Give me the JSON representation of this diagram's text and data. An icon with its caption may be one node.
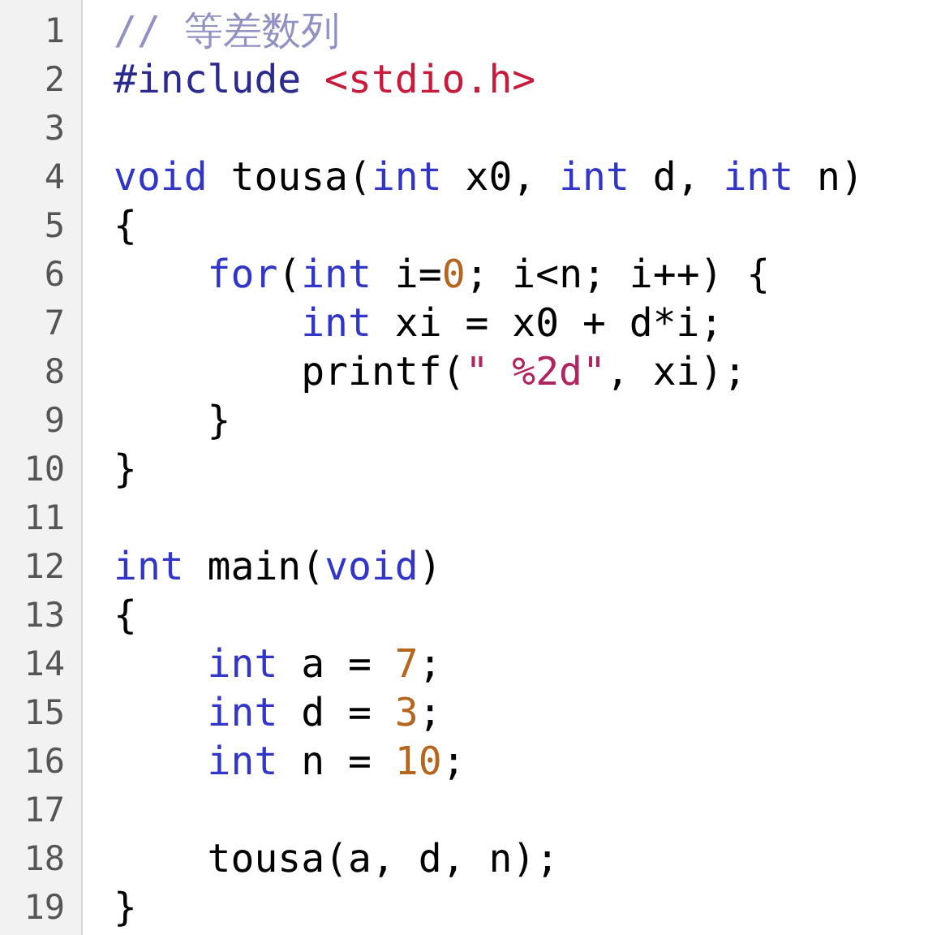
{
  "diagram": {
    "labels": [
      "1",
      "// 等差数列",
      "2",
      "#include <stdio.h>",
      "3",
      "4",
      "void tousa(int x0, int d, int n)",
      "5",
      "{",
      "6",
      "for(int i=0; i<n; i++) {",
      "7",
      "int xi = x0 + d*i;",
      "8",
      "printf(\" %2d\", xi);",
      "9",
      "}",
      "10",
      "}",
      "11",
      "12",
      "int main(void)",
      "13",
      "{",
      "14",
      "int a = 7;",
      "15",
      "int d = 3;",
      "16",
      "int n = 10;",
      "17",
      "18",
      "tousa(a, d, n);",
      "19",
      "}"
    ]
  }
}
